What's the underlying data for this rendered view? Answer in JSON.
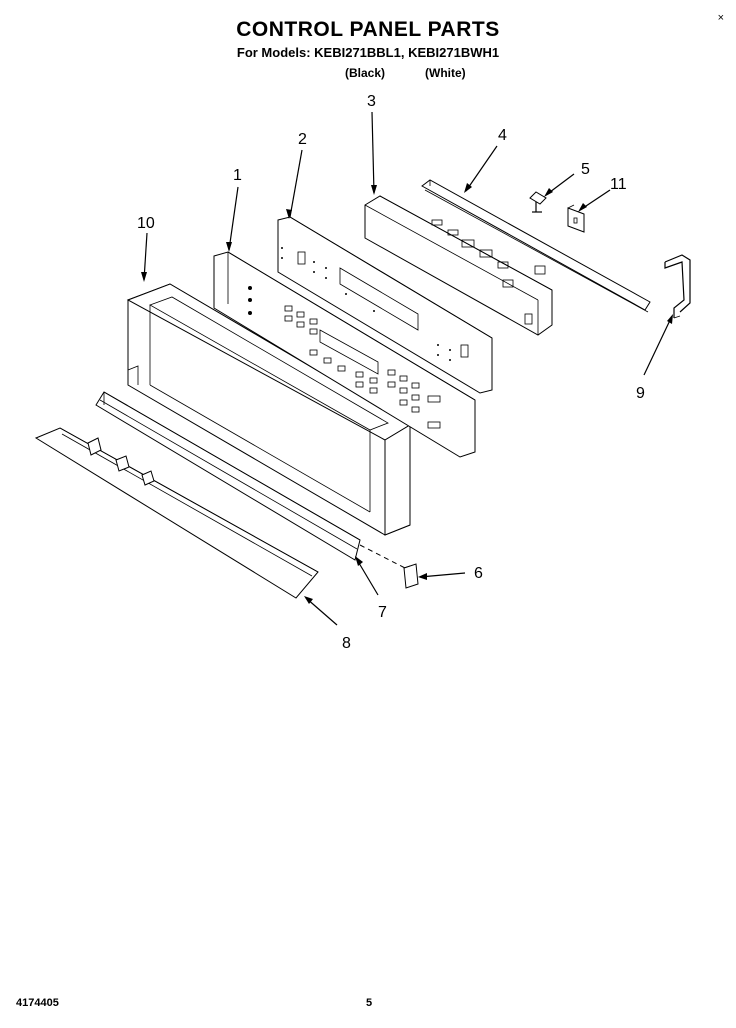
{
  "header": {
    "title": "CONTROL PANEL PARTS",
    "models_line": "For Models: KEBI271BBL1, KEBI271BWH1",
    "variant_black": "(Black)",
    "variant_white": "(White)"
  },
  "corner_mark": "×",
  "footer": {
    "doc_number": "4174405",
    "page_number": "5"
  },
  "callouts": {
    "c1": "1",
    "c2": "2",
    "c3": "3",
    "c4": "4",
    "c5": "5",
    "c6": "6",
    "c7": "7",
    "c8": "8",
    "c9": "9",
    "c10": "10",
    "c11": "11"
  }
}
